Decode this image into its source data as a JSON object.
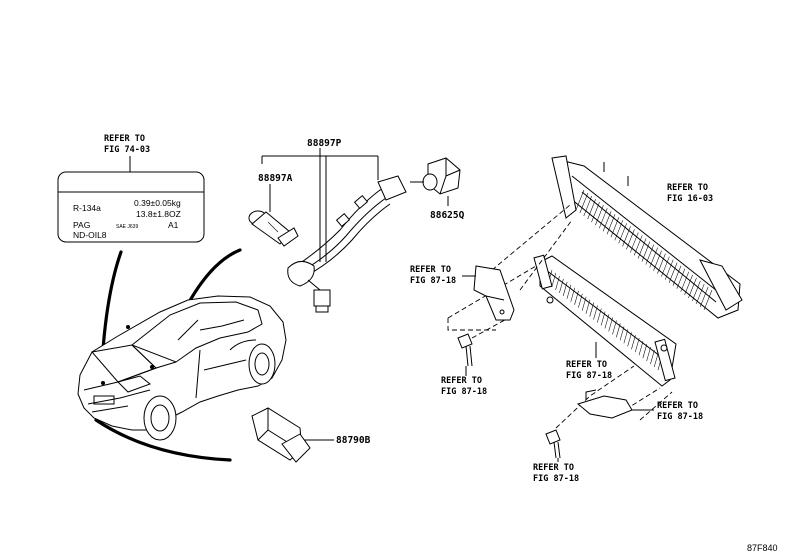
{
  "refs": {
    "fig_74_03": [
      "REFER TO",
      "FIG 74-03"
    ],
    "fig_16_03": [
      "REFER TO",
      "FIG 16-03"
    ],
    "fig_87_18_a": [
      "REFER TO",
      "FIG 87-18"
    ],
    "fig_87_18_b": [
      "REFER TO",
      "FIG 87-18"
    ],
    "fig_87_18_c": [
      "REFER TO",
      "FIG 87-18"
    ],
    "fig_87_18_d": [
      "REFER TO",
      "FIG 87-18"
    ],
    "fig_87_18_e": [
      "REFER TO",
      "FIG 87-18"
    ]
  },
  "parts": {
    "p88897P": "88897P",
    "p88897A": "88897A",
    "p88625Q": "88625Q",
    "p88790B": "88790B"
  },
  "ac_label": {
    "refrigerant": "R-134a",
    "charge_kg": "0.39±0.05kg",
    "charge_oz": "13.8±1.8OZ",
    "oil_type": "PAG",
    "sae": "SAE J639",
    "class": "A1",
    "oil_name": "ND-OIL8"
  },
  "figure_code": "87F840"
}
